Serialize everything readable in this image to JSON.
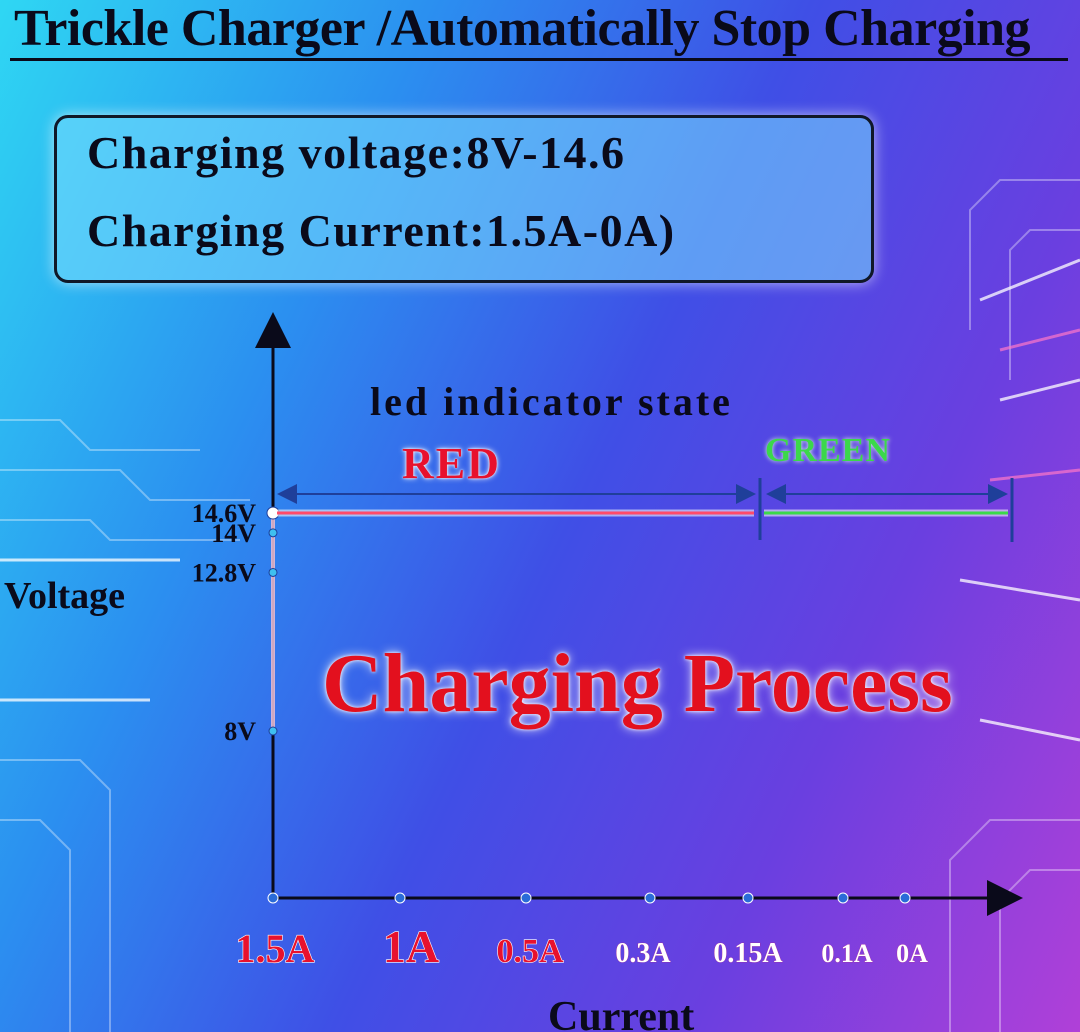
{
  "title": "Trickle Charger /Automatically Stop Charging",
  "spec_box": {
    "voltage_line": "Charging voltage:8V-14.6",
    "current_line": "Charging Current:1.5A-0A)"
  },
  "led": {
    "title": "led indicator state",
    "red_label": "RED",
    "green_label": "GREEN"
  },
  "process_label": "Charging Process",
  "colors": {
    "red_state": "#e8112d",
    "green_state": "#3bd84a",
    "axis": "#0a0a1a",
    "arrow": "#1f3f9a"
  },
  "chart_data": {
    "type": "line",
    "xlabel": "Current",
    "ylabel": "Voltage",
    "x_ticks": [
      {
        "label": "1.5A",
        "color": "#e8112d",
        "size": 40
      },
      {
        "label": "1A",
        "color": "#e8112d",
        "size": 46
      },
      {
        "label": "0.5A",
        "color": "#e8112d",
        "size": 34
      },
      {
        "label": "0.3A",
        "color": "#ffffff",
        "size": 28
      },
      {
        "label": "0.15A",
        "color": "#ffffff",
        "size": 28
      },
      {
        "label": "0.1A",
        "color": "#ffffff",
        "size": 26
      },
      {
        "label": "0A",
        "color": "#ffffff",
        "size": 26
      }
    ],
    "y_ticks": [
      {
        "label": "14.6V",
        "value": 14.6
      },
      {
        "label": "14V",
        "value": 14
      },
      {
        "label": "12.8V",
        "value": 12.8
      },
      {
        "label": "8V",
        "value": 8
      }
    ],
    "series": [
      {
        "name": "RED",
        "color": "#ff4a6a",
        "x": [
          "1.5A",
          "0.15A"
        ],
        "y": [
          14.6,
          14.6
        ]
      },
      {
        "name": "GREEN",
        "color": "#3bd84a",
        "x": [
          "0.15A",
          "0A"
        ],
        "y": [
          14.6,
          14.6
        ]
      }
    ]
  }
}
